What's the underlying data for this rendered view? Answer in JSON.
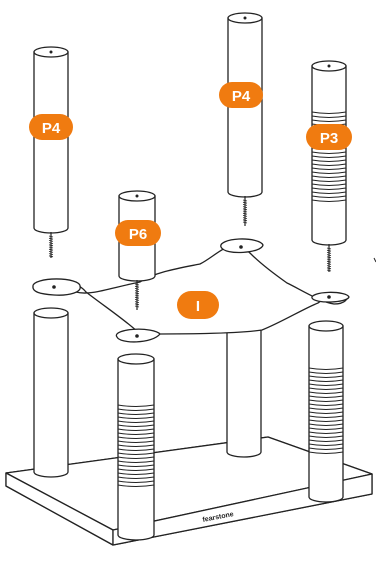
{
  "labels": {
    "post_back_left": "P4",
    "post_back_mid": "P4",
    "post_right": "P3",
    "post_front_small": "P6",
    "plate": "I"
  },
  "brand": "fearstone",
  "colors": {
    "label_fill": "#f07b10",
    "label_text": "#ffffff",
    "line": "#222222"
  }
}
